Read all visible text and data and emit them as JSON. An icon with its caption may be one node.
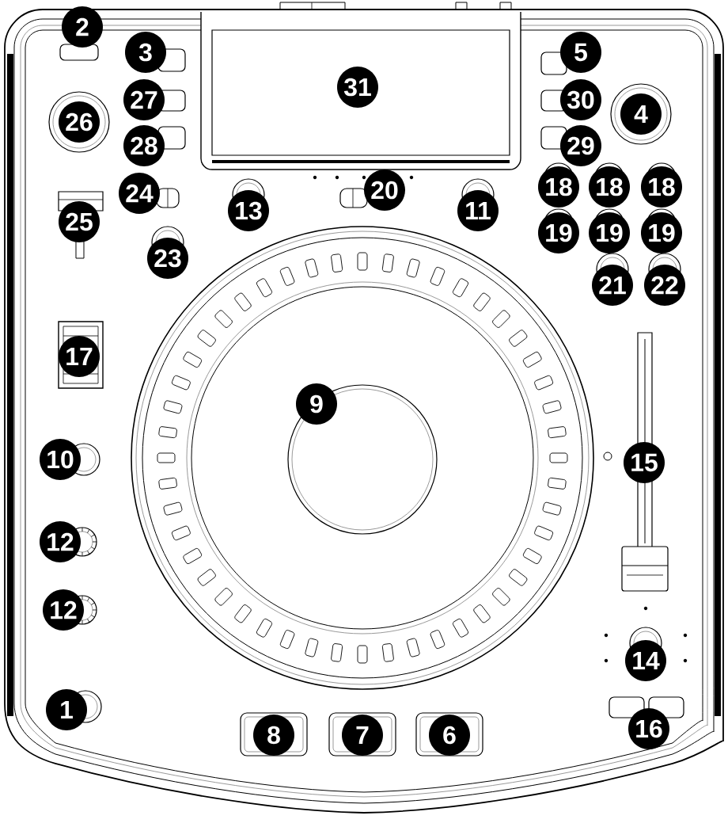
{
  "diagram": {
    "labels": [
      "2",
      "3",
      "5",
      "31",
      "27",
      "30",
      "26",
      "4",
      "28",
      "29",
      "24",
      "20",
      "18",
      "18",
      "18",
      "13",
      "11",
      "25",
      "19",
      "19",
      "19",
      "23",
      "21",
      "22",
      "17",
      "9",
      "10",
      "15",
      "12",
      "12",
      "14",
      "1",
      "8",
      "7",
      "6",
      "16"
    ]
  }
}
